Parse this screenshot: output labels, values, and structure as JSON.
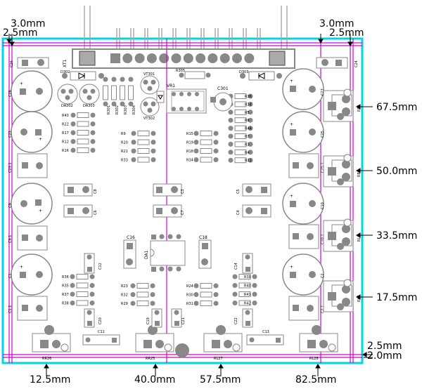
{
  "colors": {
    "board_outline": "#00d5e3",
    "guide": "#d000d0",
    "component": "#aaaaaa",
    "pad": "#888888",
    "silk": "#000000"
  },
  "connector": {
    "label": "XT1"
  },
  "dimensions": {
    "top_left_a": "3.0mm",
    "top_left_b": "2.5mm",
    "top_right_a": "3.0mm",
    "top_right_b": "2.5mm",
    "right": [
      "67.5mm",
      "50.0mm",
      "33.5mm",
      "17.5mm"
    ],
    "bottom_right_a": "2.5mm",
    "bottom_right_b": "2.0mm",
    "bottom": [
      "12.5mm",
      "40.0mm",
      "57.5mm",
      "82.5mm"
    ]
  },
  "relays_bottom": [
    "RR26",
    "RR25",
    "RL27",
    "RL28"
  ],
  "relays_right": [
    "RR1",
    "RR5",
    "RL3",
    "RL7"
  ],
  "left_caps": [
    "C26",
    "C23",
    "C23.1",
    "C9",
    "C9.1",
    "C1",
    "C1.1"
  ],
  "right_caps": [
    "C24",
    "C27",
    "C25",
    "C25.1",
    "C10",
    "C10.1",
    "C2",
    "C2.1"
  ],
  "center_caps": [
    "C8",
    "C6",
    "C3",
    "C7",
    "C5",
    "C4",
    "C16",
    "C18",
    "C12",
    "C14",
    "C20",
    "C19",
    "C21",
    "C22",
    "C11",
    "C13"
  ],
  "small_parts": [
    "DA302",
    "DA303",
    "VT301",
    "VT302",
    "VR1",
    "C301",
    "DA1",
    "D302",
    "D303",
    "R305"
  ],
  "resistors_left": [
    "R43",
    "R22",
    "R17",
    "R12",
    "R16"
  ],
  "resistors_mid_left": [
    "R9",
    "R20",
    "R21",
    "R33"
  ],
  "resistors_mid_right": [
    "R15",
    "R19",
    "R18",
    "R34"
  ],
  "resistors_right": [
    "R36",
    "R14",
    "R5",
    "R6",
    "R44",
    "R7",
    "R3",
    "R4",
    "R11"
  ],
  "resistors_bottom_left": [
    "R36",
    "R35",
    "R37",
    "R38"
  ],
  "resistors_bottom_mid_left": [
    "R23",
    "R32",
    "R29"
  ],
  "resistors_bottom_mid_right": [
    "R24",
    "R30",
    "R31"
  ],
  "resistors_bottom_right": [
    "R39",
    "R40",
    "R41",
    "R42"
  ],
  "resistors_top_vertical": [
    "R301",
    "R302",
    "R303",
    "R304"
  ]
}
